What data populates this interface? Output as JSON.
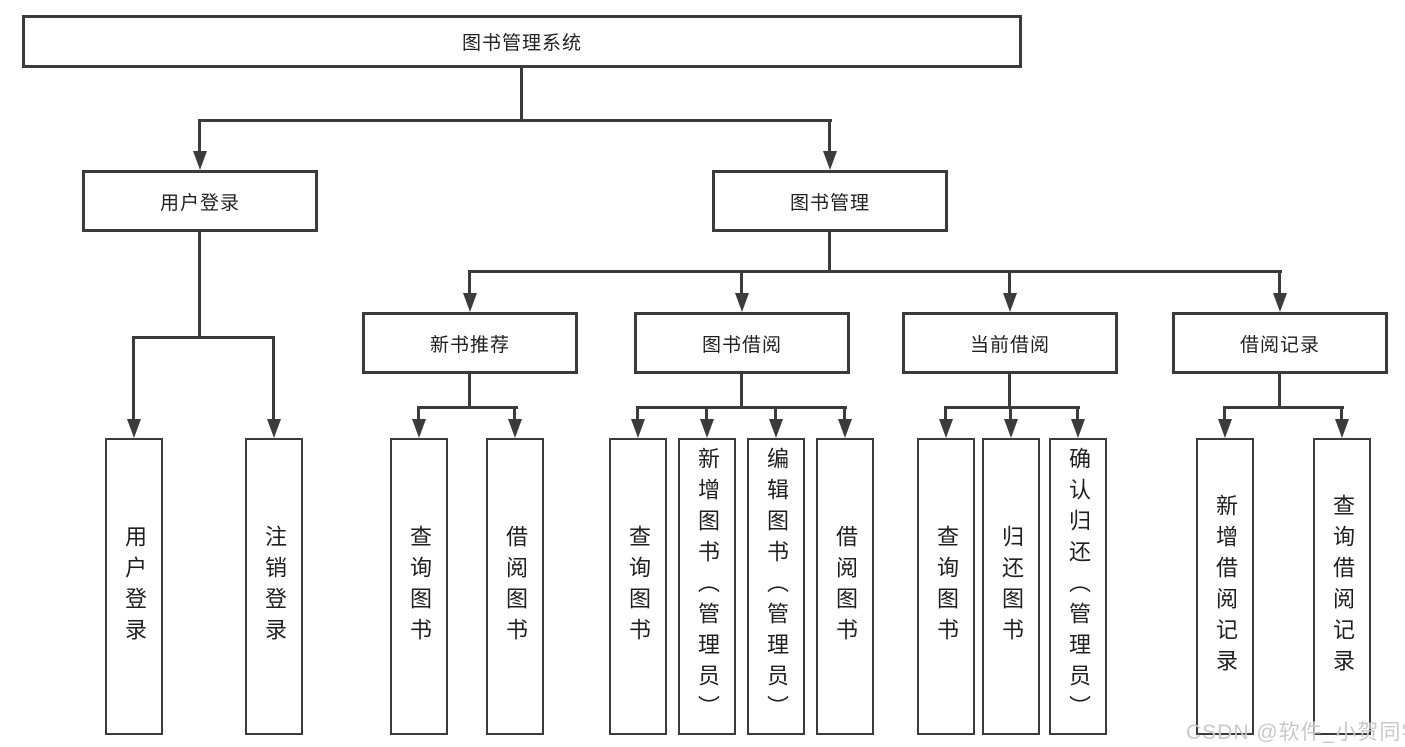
{
  "diagram": {
    "root": {
      "label": "图书管理系统"
    },
    "level2": {
      "user_login": {
        "label": "用户登录"
      },
      "book_management": {
        "label": "图书管理"
      }
    },
    "level3": {
      "new_book_recommend": {
        "label": "新书推荐"
      },
      "book_borrowing": {
        "label": "图书借阅"
      },
      "current_borrowing": {
        "label": "当前借阅"
      },
      "borrowing_records": {
        "label": "借阅记录"
      }
    },
    "leaves": {
      "user_login": [
        "用户登录",
        "注销登录"
      ],
      "new_book_recommend": [
        "查询图书",
        "借阅图书"
      ],
      "book_borrowing": [
        "查询图书",
        "新增图书（管理员）",
        "编辑图书（管理员）",
        "借阅图书"
      ],
      "current_borrowing": [
        "查询图书",
        "归还图书",
        "确认归还（管理员）"
      ],
      "borrowing_records": [
        "新增借阅记录",
        "查询借阅记录"
      ]
    },
    "colors": {
      "line": "#3b3b3b",
      "text": "#1f1f1f",
      "box_background": "#ffffff",
      "watermark": "#c9c9c9"
    },
    "watermark": "CSDN @软件_小贺同学"
  }
}
